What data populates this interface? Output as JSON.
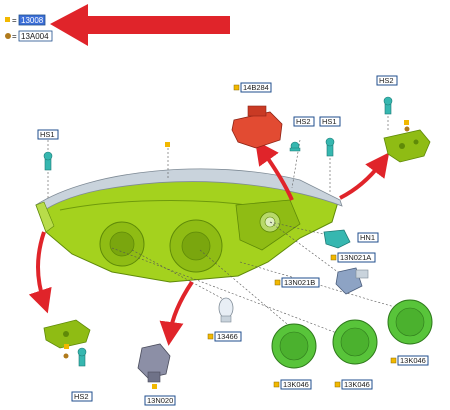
{
  "legend": {
    "items": [
      {
        "code": "13008",
        "marker_color": "#f2b800",
        "highlighted": true
      },
      {
        "code": "13A004",
        "marker_color": "#b07a1c",
        "highlighted": false
      }
    ]
  },
  "labels": {
    "hs1_left": "HS1",
    "hs2_top": "HS2",
    "hs2_mid": "HS2",
    "hs1_mid": "HS1",
    "b284": "14B284",
    "hn1": "HN1",
    "n021a": "13N021A",
    "n021b": "13N021B",
    "n466": "13466",
    "k046_right": "13K046",
    "k046_a": "13K046",
    "k046_b": "13K046",
    "n020": "13N020",
    "hs2_bottom": "HS2"
  },
  "colors": {
    "housing": "#a4d21e",
    "housing_dark": "#6e9a0c",
    "cap": "#58c43a",
    "motor": "#e24b32",
    "clip": "#36b7b0",
    "arrow": "#e0242a",
    "label_border": "#1f4e8c",
    "bulb_socket": "#8da3c4"
  }
}
